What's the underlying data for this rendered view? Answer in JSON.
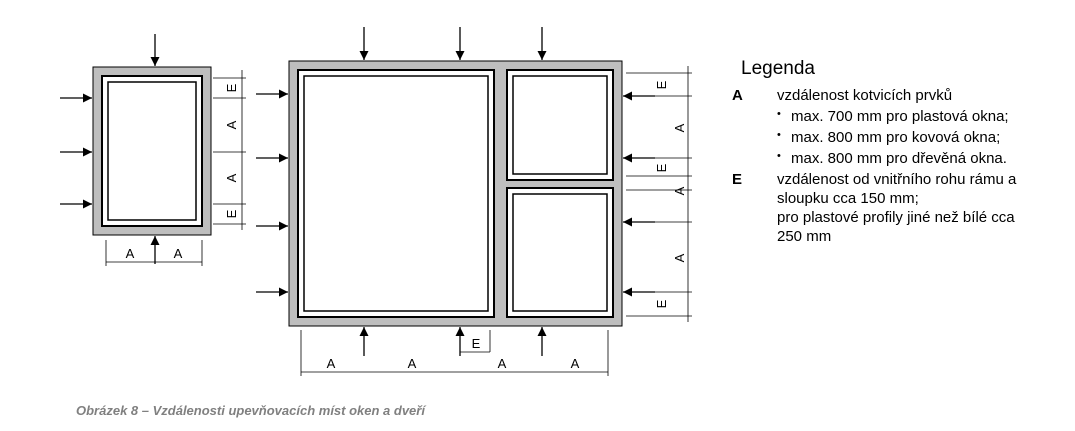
{
  "labels": {
    "A": "A",
    "E": "E"
  },
  "legend": {
    "title": "Legenda",
    "a_key": "A",
    "a_text": "vzdálenost kotvicích prvků",
    "a_items": [
      "max. 700 mm pro plastová okna;",
      "max. 800 mm pro kovová okna;",
      "max. 800 mm pro dřevěná okna."
    ],
    "e_key": "E",
    "e_text_1": "vzdálenost od vnitřního rohu rámu a sloupku cca 150 mm;",
    "e_text_2": "pro plastové profily jiné než bílé cca 250 mm"
  },
  "caption": "Obrázek 8 – Vzdálenosti upevňovacích míst oken a dveří",
  "colors": {
    "frame": "#bebebe",
    "line": "#000000"
  }
}
